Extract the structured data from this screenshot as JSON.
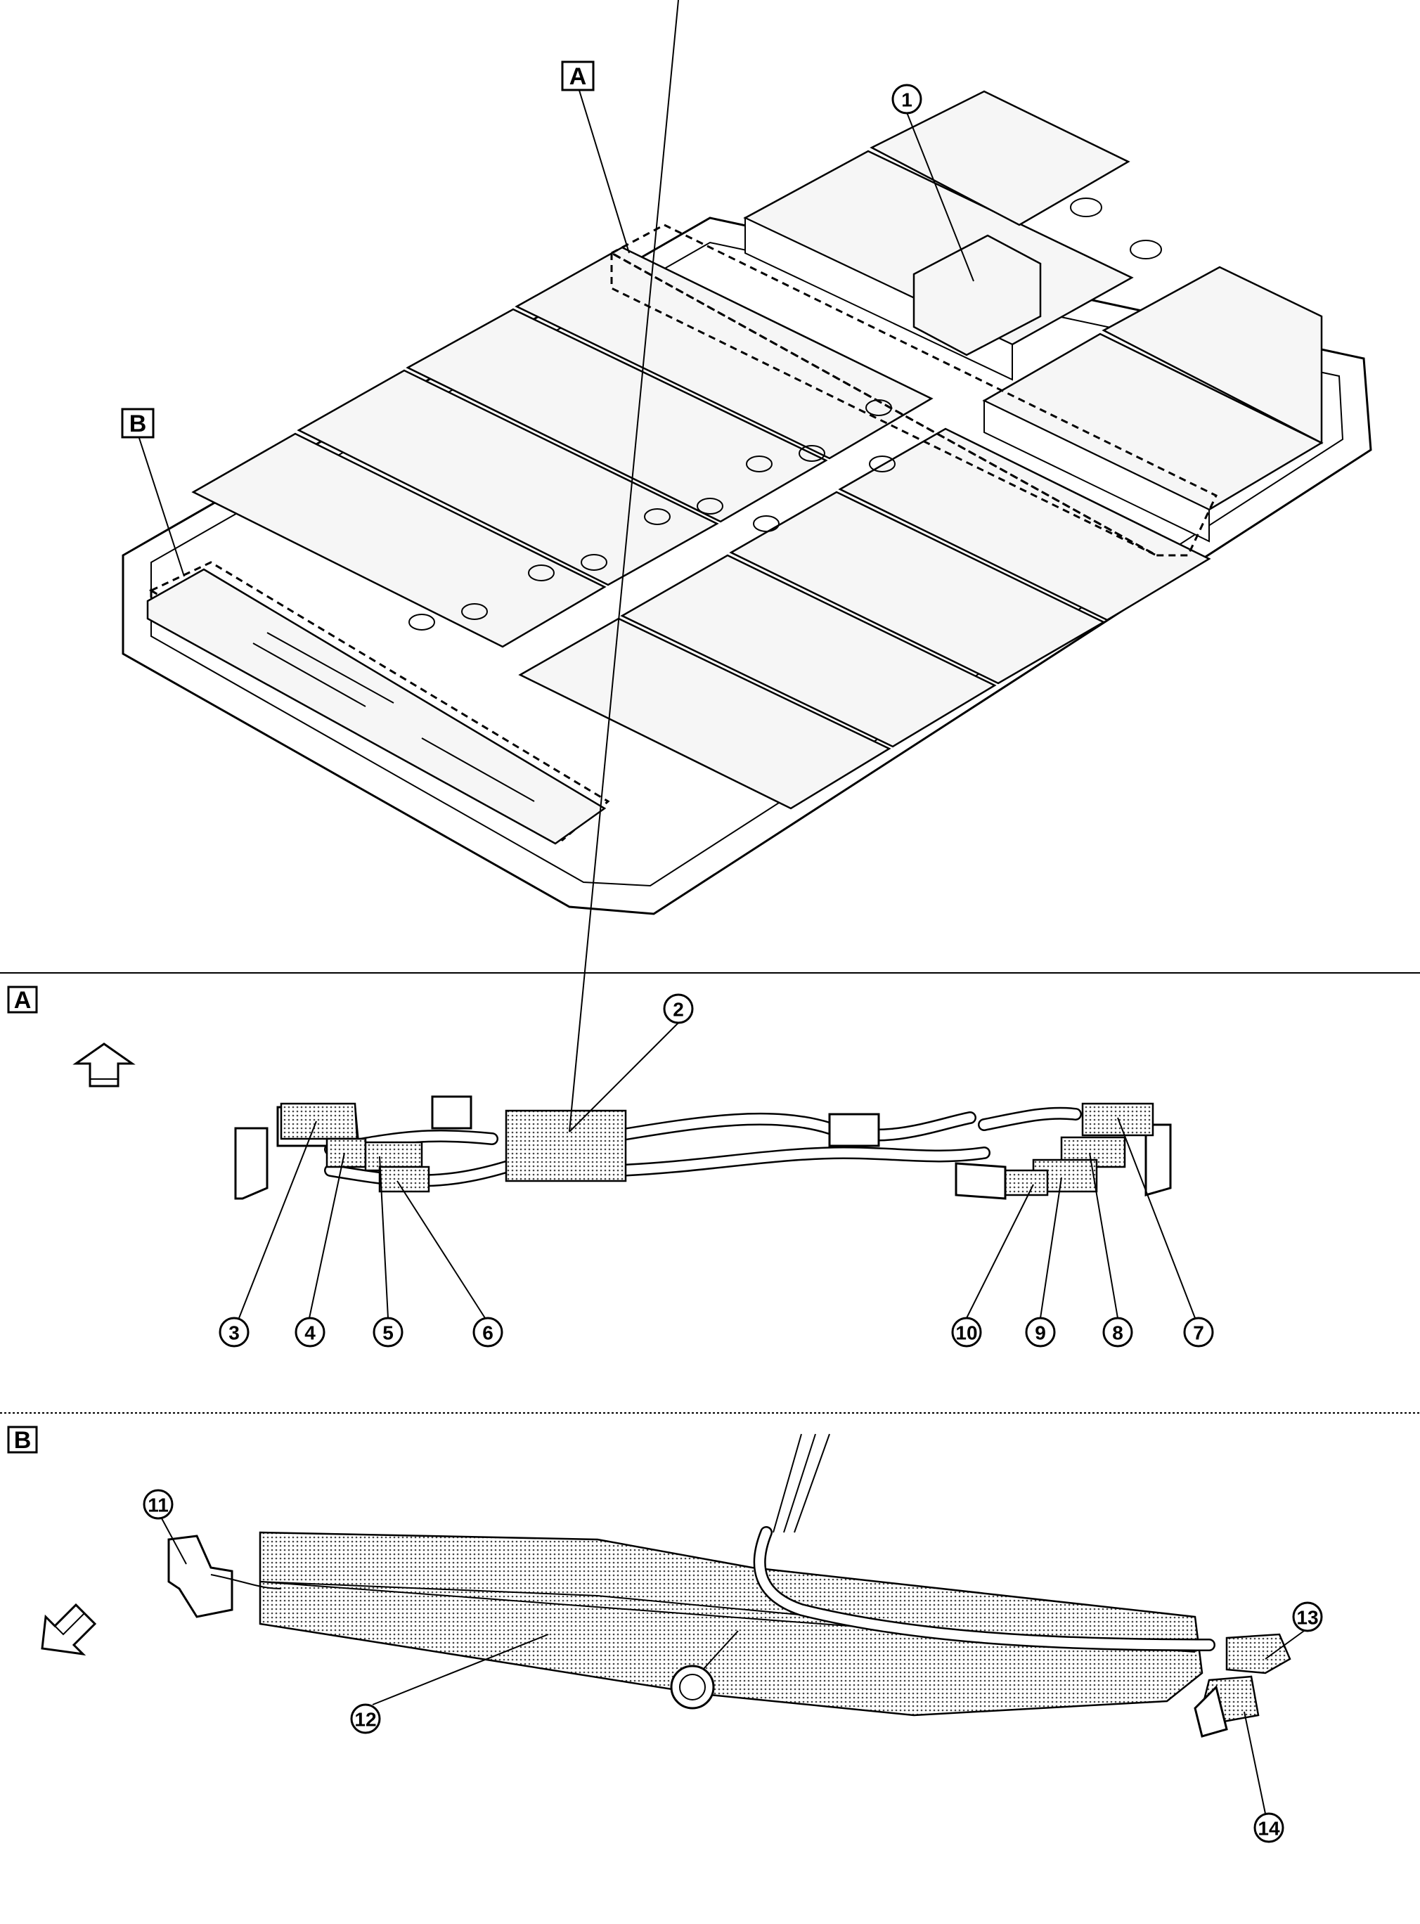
{
  "section_labels": {
    "main_a": "A",
    "main_b": "B",
    "view_a": "A",
    "view_b": "B"
  },
  "callouts": {
    "c1": "1",
    "c2": "2",
    "c3": "3",
    "c4": "4",
    "c5": "5",
    "c6": "6",
    "c7": "7",
    "c8": "8",
    "c9": "9",
    "c10": "10",
    "c11": "11",
    "c12": "12",
    "c13": "13",
    "c14": "14"
  },
  "icons": {
    "view_a_direction": "front-arrow-icon",
    "view_b_direction": "front-arrow-icon"
  }
}
